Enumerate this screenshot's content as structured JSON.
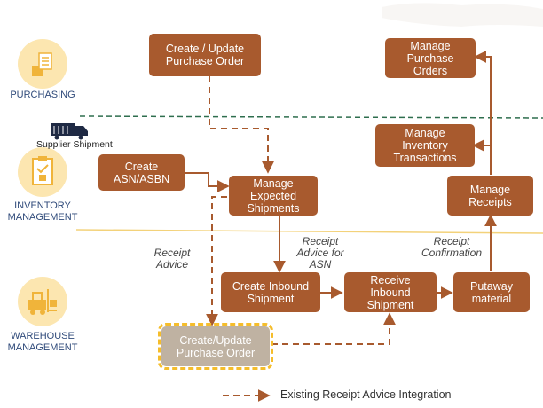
{
  "areas": {
    "purchasing": "PURCHASING",
    "inventory": "INVENTORY\nMANAGEMENT",
    "warehouse": "WAREHOUSE\nMANAGEMENT"
  },
  "supplier_shipment": "Supplier Shipment",
  "nodes": {
    "create_update_po": "Create / Update\nPurchase Order",
    "manage_purchase_orders": "Manage\nPurchase\nOrders",
    "manage_inventory_transactions": "Manage\nInventory\nTransactions",
    "create_asn": "Create\nASN/ASBN",
    "manage_expected_shipments": "Manage\nExpected\nShipments",
    "manage_receipts": "Manage\nReceipts",
    "create_inbound_shipment": "Create Inbound\nShipment",
    "receive_inbound_shipment": "Receive\nInbound\nShipment",
    "putaway_material": "Putaway\nmaterial",
    "create_update_po_wms": "Create/Update\nPurchase Order"
  },
  "edge_labels": {
    "receipt_advice": "Receipt\nAdvice",
    "receipt_advice_asn": "Receipt\nAdvice for\nASN",
    "receipt_confirmation": "Receipt\nConfirmation"
  },
  "legend": {
    "label": "Existing Receipt Advice Integration"
  },
  "colors": {
    "node": "#a85a2e",
    "node_alt": "#bfb2a2",
    "highlight_border": "#f5bd2b",
    "arrow": "#a85a2e",
    "divider_top": "#2e6e4e",
    "divider_bottom": "#f3d27a",
    "area_text": "#2f4a7a"
  },
  "icons": {
    "purchasing": "purchasing-icon",
    "inventory": "clipboard-icon",
    "warehouse": "forklift-icon",
    "supplier": "truck-icon"
  }
}
